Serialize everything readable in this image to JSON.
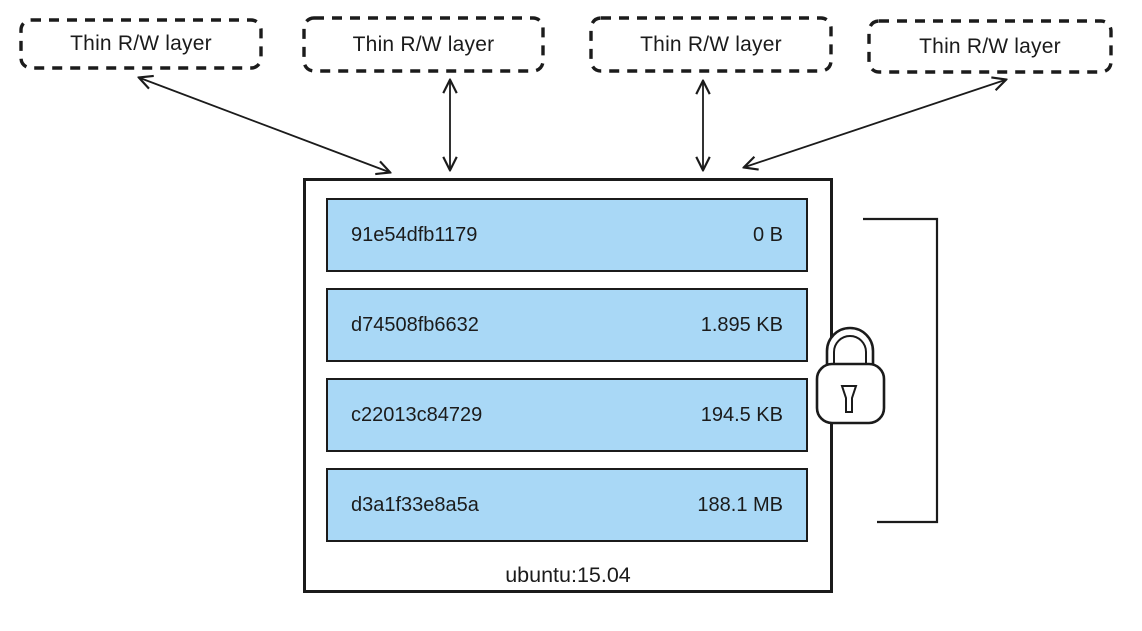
{
  "colors": {
    "layer_fill": "#a9d8f6",
    "stroke": "#1b1b1b",
    "background": "#ffffff"
  },
  "rw_layers": [
    {
      "label": "Thin R/W layer"
    },
    {
      "label": "Thin R/W layer"
    },
    {
      "label": "Thin R/W layer"
    },
    {
      "label": "Thin R/W layer"
    }
  ],
  "image": {
    "name": "ubuntu:15.04",
    "layers": [
      {
        "id": "91e54dfb1179",
        "size": "0 B"
      },
      {
        "id": "d74508fb6632",
        "size": "1.895 KB"
      },
      {
        "id": "c22013c84729",
        "size": "194.5 KB"
      },
      {
        "id": "d3a1f33e8a5a",
        "size": "188.1 MB"
      }
    ]
  },
  "icons": {
    "lock": "lock-icon",
    "arrow": "double-headed-arrow",
    "bracket": "shared-layers-bracket"
  }
}
